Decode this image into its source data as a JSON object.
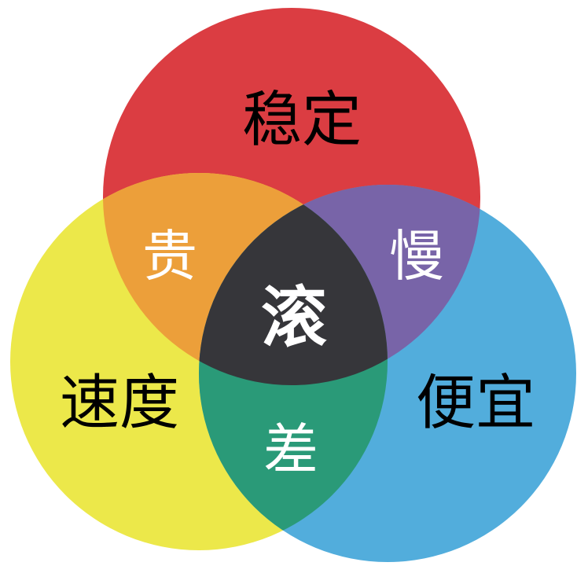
{
  "sets": {
    "top": {
      "label": "稳定",
      "color": "#db3d42",
      "text_color": "#000000"
    },
    "left": {
      "label": "速度",
      "color": "#ece84a",
      "text_color": "#000000"
    },
    "right": {
      "label": "便宜",
      "color": "#52addc",
      "text_color": "#000000"
    }
  },
  "overlaps": {
    "top_left": {
      "label": "贵",
      "color": "#ec9f3a",
      "text_color": "#ffffff"
    },
    "top_right": {
      "label": "慢",
      "color": "#7864a8",
      "text_color": "#ffffff"
    },
    "left_right": {
      "label": "差",
      "color": "#2a9a78",
      "text_color": "#ffffff"
    },
    "all": {
      "label": "滚",
      "color": "#36363a",
      "text_color": "#ffffff"
    }
  }
}
